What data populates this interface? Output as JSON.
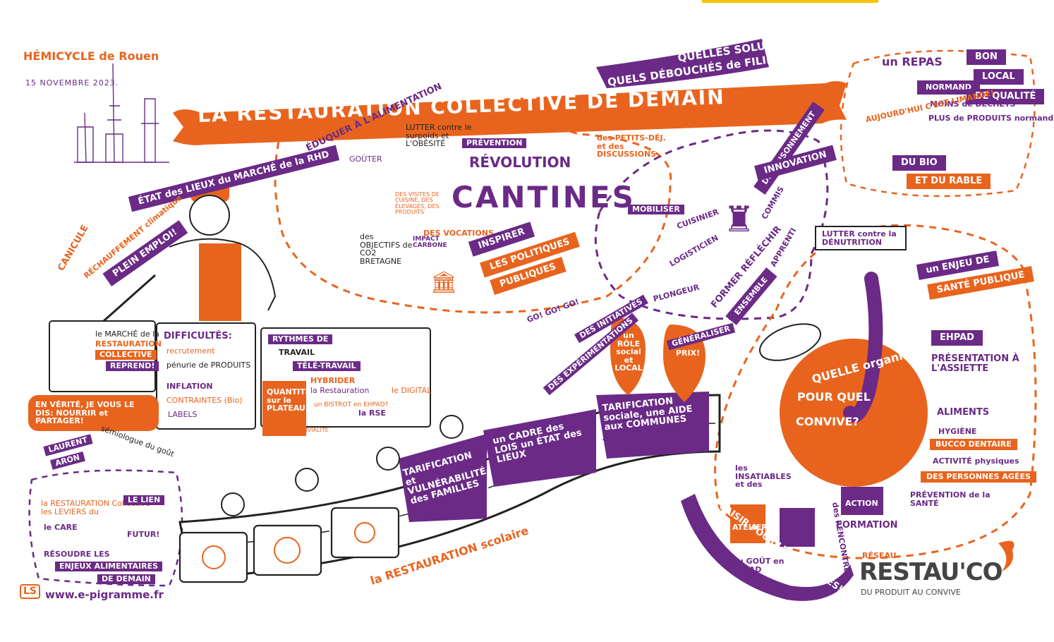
{
  "header": {
    "place": "HÉMICYCLE de Rouen",
    "date": "15 NOVEMBRE 2023."
  },
  "title_banner": "LA RESTAURATION COLLECTIVE DE DEMAIN",
  "top_questions": {
    "q1": "QUELS DÉBOUCHÉS de FILIÈRES ?",
    "q2": "QUELLES SOLUTIONS ?"
  },
  "top_right": {
    "un_repas": "un REPAS",
    "normand": "NORMAND",
    "bon": "BON",
    "local": "LOCAL",
    "de_qualite": "DE QUALITÉ",
    "moins_dechets": "MOINS de DÉCHETS",
    "plus_produits": "PLUS de PRODUITS normands",
    "aujourdhui": "AUJOURD'HUI C'EST LIMANDE!",
    "du_bio": "DU BIO",
    "et_du_rable": "ET DU RABLE"
  },
  "left_section": {
    "etat_des_lieux": "ÉTAT des LIEUX du MARCHÉ de la RHD",
    "canicule": "CANICULE",
    "rechauffement": "RÉCHAUFFEMENT climatique",
    "plein_emploi": "PLEIN EMPLOI!",
    "marche_reprend": [
      "le MARCHÉ de la",
      "RESTAURATION",
      "COLLECTIVE",
      "REPREND!"
    ],
    "difficultes_title": "DIFFICULTÉS:",
    "difficultes_items": [
      "recrutement",
      "pénurie de PRODUITS",
      "INFLATION",
      "CONTRAINTES (Bio)",
      "LABELS"
    ],
    "rythmes": [
      "RYTHMES DE",
      "TRAVAIL",
      "TÉLÉ-TRAVAIL",
      "HYBRIDER",
      "la Restauration",
      "le DIGITAL",
      "un BISTROT en EHPAD?",
      "la RSE"
    ],
    "quantite_plateau": "QUANTITÉ sur le PLATEAU",
    "convivialite": "CONVIVIALITÉ"
  },
  "center_section": {
    "eduquer": "ÉDUQUER À L'ALIMENTATION",
    "gouter": "GOÛTER",
    "lutter_obesite": "LUTTER contre le surpoids et L'OBÉSITÉ",
    "prevention": "PRÉVENTION",
    "revolution": "RÉVOLUTION",
    "cantines": "CANTINES",
    "petits_dej": "des PETITS-DÉJ. et des DISCUSSIONS",
    "des_visites": "DES VISITES DE CUISINE, DES ÉLEVAGES, DES PRODUITS",
    "des_vocations": "DES VOCATIONS",
    "objectifs_co2": "des OBJECTIFS de CO2 BRETAGNE",
    "impact_carbone": "IMPACT CARBONE",
    "inspirer": "INSPIRER",
    "les_politiques": "LES POLITIQUES",
    "publiques": "PUBLIQUES"
  },
  "right_center": {
    "decloisonnement": "DÉCLOISONNEMENT",
    "innovation": "INNOVATION",
    "mobiliser": "MOBILISER",
    "cuisinier": "CUISINIER",
    "logisticien": "LOGISTICIEN",
    "plongeur": "PLONGEUR",
    "commis": "COMMIS",
    "apprenti": "APPRENTI",
    "former_reflechir": "FORMER RÉFLÉCHIR",
    "ensemble": "ENSEMBLE"
  },
  "initiatives": {
    "go": "GO! GO! GO!",
    "des_initiatives": "DES INITIATIVES",
    "des_experimentations": "DES EXPÉRIMENTATIONS",
    "role_social": "un RÔLE social et LOCAL",
    "generaliser": "GÉNÉRALISER",
    "prix": "PRIX!"
  },
  "road": {
    "restauration_scolaire": "la RESTAURATION scolaire",
    "tarification_familles": "TARIFICATION et VULNÉRABILITÉ des FAMILLES",
    "cadre_lois": "un CADRE des LOIS un ÉTAT des LIEUX",
    "tarification_sociale": "TARIFICATION sociale, une AIDE aux COMMUNES"
  },
  "bottom_left": {
    "quote": "EN VÉRITÉ, JE VOUS LE DIS: NOURRIR et PARTAGER!",
    "name_first": "LAURENT",
    "name_last": "ARON",
    "semiologue": "sémiologue du goût",
    "leviers": "la RESTAURATION Collective = les LEVIERS du",
    "le_lien": "LE LIEN",
    "futur": "FUTUR!",
    "le_care": "le CARE",
    "resoudre": "RÉSOUDRE LES",
    "enjeux": "ENJEUX ALIMENTAIRES",
    "de_demain": "DE DEMAIN",
    "website": "www.e-pigramme.fr",
    "ls_logo": "LS"
  },
  "right_section": {
    "lutter_denutrition": "LUTTER contre la DÉNUTRITION",
    "enjeu": "un ENJEU DE",
    "sante_publique": "SANTÉ PUBLIQUE",
    "quelle_org": "QUELLE organisation?",
    "pour_quel": "POUR QUEL",
    "convive": "CONVIVE?",
    "ehpad": "EHPAD",
    "presentation": "PRÉSENTATION À L'ASSIETTE",
    "aliments": "ALIMENTS",
    "hygiene": "HYGIÈNE",
    "bucco": "BUCCO DENTAIRE",
    "activite": "ACTIVITÉ physiques",
    "personnes_agees": "DES PERSONNES AGÉES",
    "prevention_sante": "PRÉVENTION de la SANTÉ",
    "insatiables": "les INSATIABLES et des",
    "ateliers": "ATELIERS",
    "gout_ehpad": "du GOÛT en EHPAD",
    "rencontres": "des RENCONTRES",
    "action": "ACTION",
    "formation": "FORMATION",
    "plaisir": "DU PLAISIR POUR LES CONVIVES!"
  },
  "logo": {
    "reseau": "RÉSEAU",
    "name": "RESTAU'CO",
    "tagline": "DU PRODUIT AU CONVIVE"
  },
  "colors": {
    "orange": "#e8641e",
    "purple": "#6a2a86",
    "ink": "#222222"
  }
}
